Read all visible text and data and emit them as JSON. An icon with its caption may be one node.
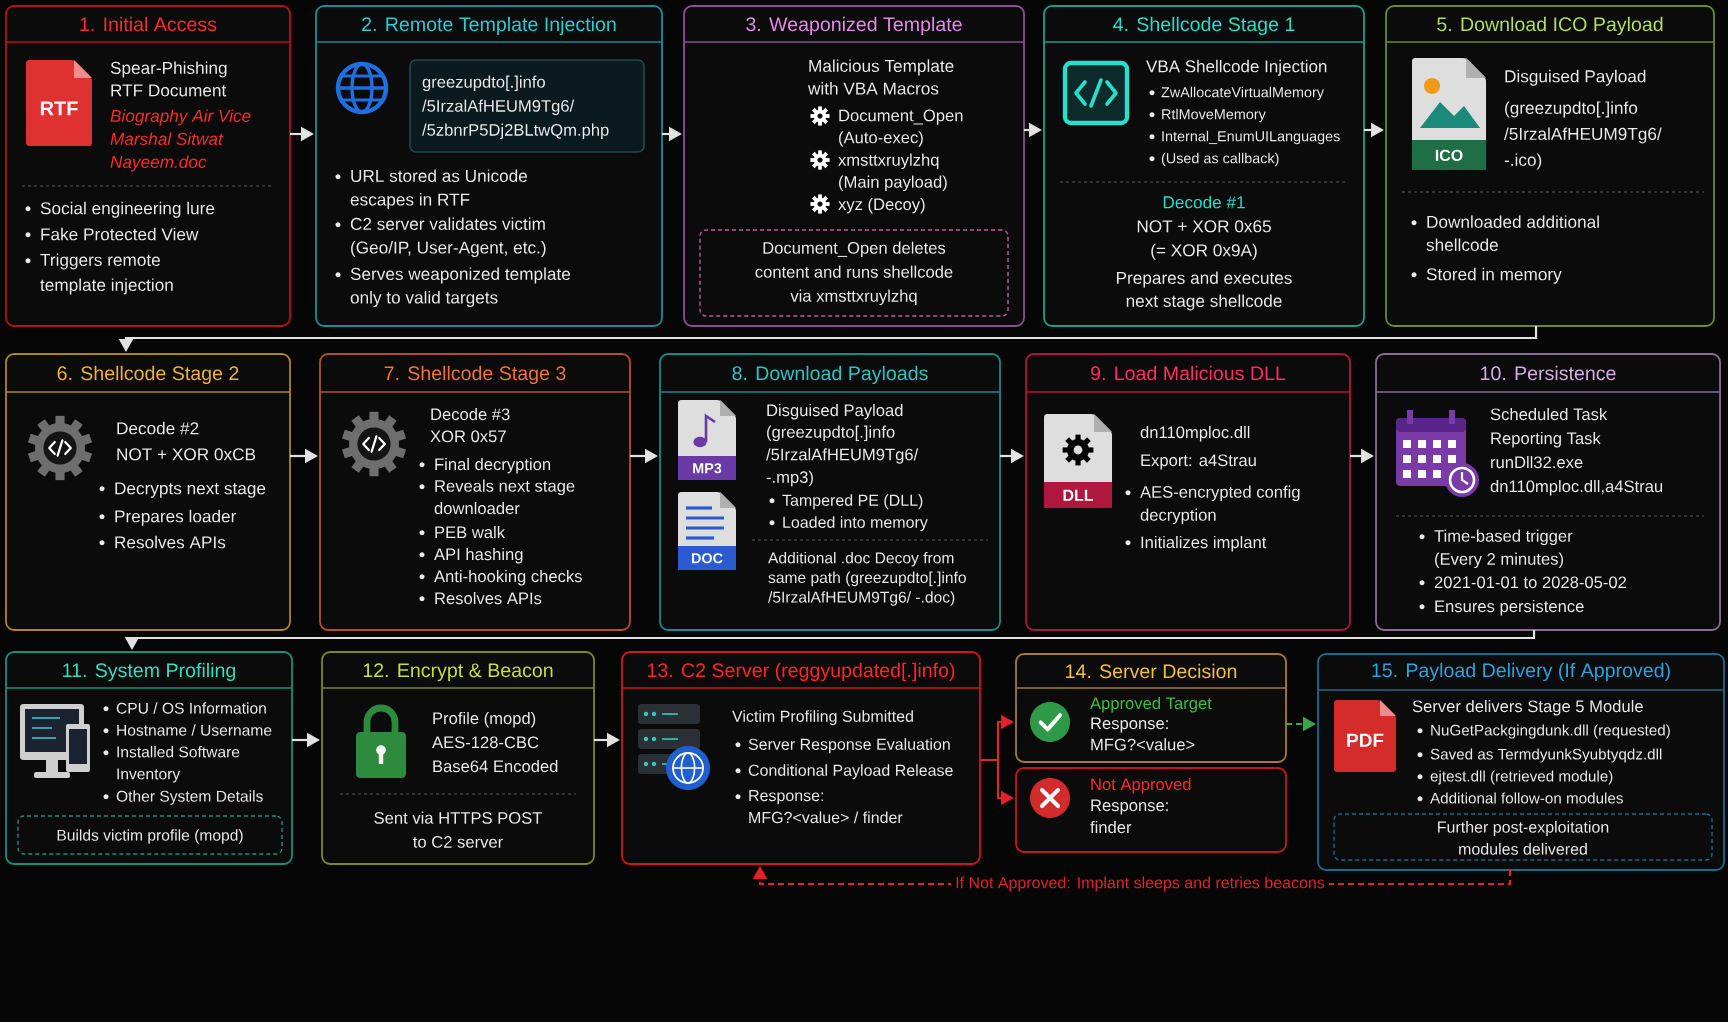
{
  "diagram": {
    "nodes": [
      {
        "text": [
          "1. Initial Access",
          "RTF",
          "Spear-Phishing RTF Document",
          "Biography Air Vice Marshal Sitwat Nayeem.doc",
          "Social engineering lure",
          "Fake Protected View",
          "Triggers remote template injection"
        ]
      },
      {
        "text": [
          "2. Remote Template Injection",
          "URL stored as Unicode escapes in RTF",
          "C2 server validates victim (Geo/IP, User-Agent, etc.)",
          "Serves weaponized template only to valid targets"
        ]
      },
      {
        "text": [
          "greezupdto[.]info /5IrzalAfHEUM9Tg6/ /5zbnrP5Dj2BLtwQm.php"
        ],
        "in": 1
      },
      {
        "text": [
          "3. Weaponized Template",
          "Malicious Template with VBA Macros",
          "Document_Open (Auto-exec)",
          "xmsttxruylzhq (Main payload)",
          "xyz (Decoy)"
        ]
      },
      {
        "text": [
          "Document_Open deletes content and runs shellcode via xmsttxruylzhq"
        ],
        "in": 3
      },
      {
        "text": [
          "4. Shellcode Stage 1",
          "VBA Shellcode Injection",
          "ZwAllocateVirtualMemory",
          "RtlMoveMemory",
          "Internal_EnumUILanguages",
          "(Used as callback)",
          "Decode #1",
          "NOT + XOR 0x65",
          "(= XOR 0x9A)",
          "Prepares and executes next stage shellcode"
        ]
      },
      {
        "text": [
          "5. Download ICO Payload",
          "ICO",
          "Disguised Payload",
          "(greezupdto[.]info /5IrzalAfHEUM9Tg6/ -.ico)",
          "Downloaded additional shellcode",
          "Stored in memory"
        ]
      },
      {
        "text": [
          "6. Shellcode Stage 2",
          "Decode #2",
          "NOT + XOR 0xCB",
          "Decrypts next stage",
          "Prepares loader",
          "Resolves APIs"
        ]
      },
      {
        "text": [
          "7. Shellcode Stage 3",
          "Decode #3",
          "XOR 0x57",
          "Final decryption",
          "Reveals next stage downloader",
          "PEB walk",
          "API hashing",
          "Anti-hooking checks",
          "Resolves APIs"
        ]
      },
      {
        "text": [
          "8. Download Payloads",
          "MP3",
          "DOC",
          "Disguised Payload",
          "(greezupdto[.]info /5IrzalAfHEUM9Tg6/ -.mp3)",
          "Tampered PE (DLL)",
          "Loaded into memory",
          "Additional .doc Decoy from same path (greezupdto[.]info /5IrzalAfHEUM9Tg6/ -.doc)"
        ]
      },
      {
        "text": [
          "9. Load Malicious DLL",
          "DLL",
          "dn110mploc.dll",
          "Export: a4Strau",
          "AES-encrypted config decryption",
          "Initializes implant"
        ]
      },
      {
        "text": [
          "10. Persistence",
          "Scheduled Task",
          "Reporting Task",
          "runDll32.exe",
          "dn110mploc.dll,a4Strau",
          "Time-based trigger (Every 2 minutes)",
          "2021-01-01 to 2028-05-02",
          "Ensures persistence"
        ]
      },
      {
        "text": [
          "11. System Profiling",
          "CPU / OS Information",
          "Hostname / Username",
          "Installed Software Inventory",
          "Other System Details"
        ]
      },
      {
        "text": [
          "Builds victim profile (mopd)"
        ],
        "in": 12
      },
      {
        "text": [
          "12. Encrypt & Beacon",
          "Profile (mopd)",
          "AES-128-CBC",
          "Base64 Encoded",
          "Sent via HTTPS POST to C2 server"
        ]
      },
      {
        "text": [
          "13. C2 Server (reggyupdated[.]info)",
          "Victim Profiling Submitted",
          "Server Response Evaluation",
          "Conditional Payload Release",
          "Response: MFG?<value> / finder"
        ]
      },
      {
        "text": [
          "14. Server Decision",
          "Approved Target",
          "Response: MFG?<value>"
        ]
      },
      {
        "text": [
          "Not Approved",
          "Response: finder"
        ]
      },
      {
        "text": [
          "15. Payload Delivery (If Approved)",
          "PDF",
          "Server delivers Stage 5 Module",
          "NuGetPackgingdunk.dll (requested)",
          "Saved as TermdyunkSyubtyqdz.dll",
          "ejtest.dll (retrieved module)",
          "Additional follow-on modules"
        ]
      },
      {
        "text": [
          "Further post-exploitation modules delivered"
        ],
        "in": 18
      }
    ],
    "edges": [
      {
        "from": 0,
        "to": 1,
        "arrow": "to"
      },
      {
        "from": 1,
        "to": 3,
        "arrow": "to"
      },
      {
        "from": 3,
        "to": 5,
        "arrow": "to"
      },
      {
        "from": 5,
        "to": 6,
        "arrow": "to"
      },
      {
        "from": 6,
        "to": 7,
        "arrow": "to"
      },
      {
        "from": 7,
        "to": 8,
        "arrow": "to"
      },
      {
        "from": 8,
        "to": 9,
        "arrow": "to"
      },
      {
        "from": 9,
        "to": 10,
        "arrow": "to"
      },
      {
        "from": 10,
        "to": 11,
        "arrow": "to"
      },
      {
        "from": 11,
        "to": 12,
        "arrow": "to"
      },
      {
        "from": 12,
        "to": 14,
        "arrow": "to"
      },
      {
        "from": 14,
        "to": 15,
        "arrow": "to"
      },
      {
        "from": 15,
        "to": 16,
        "arrow": "to",
        "color": "#e0242a"
      },
      {
        "from": 15,
        "to": 17,
        "arrow": "to",
        "color": "#e0242a"
      },
      {
        "from": 16,
        "to": 18,
        "arrow": "to",
        "style": "dashed",
        "color": "#3aa84a"
      },
      {
        "from": 18,
        "to": 15,
        "arrow": "to",
        "style": "dashed",
        "color": "#e0242a",
        "label": "If Not Approved: Implant sleeps and retries beacons"
      }
    ]
  }
}
